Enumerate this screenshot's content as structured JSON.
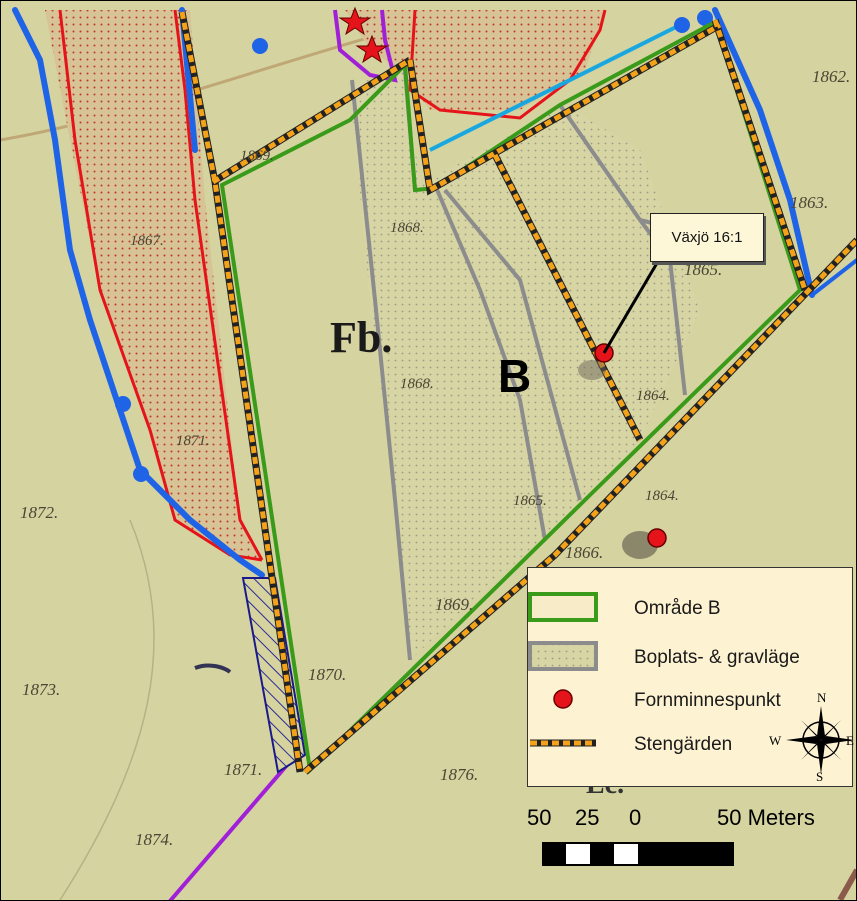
{
  "map": {
    "area_label": "B",
    "hand_labels": [
      "1862.",
      "1863.",
      "1865.",
      "1864.",
      "1868.",
      "1865.",
      "1866.",
      "1869.",
      "1870.",
      "1871.",
      "1871.",
      "1872.",
      "1873.",
      "1874.",
      "1876.",
      "1869.",
      "1867.",
      "1868.",
      "1864."
    ],
    "fb_label": "Fb.",
    "ec_label": "Ec.",
    "callout": "Växjö 16:1",
    "colors": {
      "green": "#3a9a1a",
      "gray": "#8a8a8a",
      "red": "#e5141a",
      "blue": "#1f63e6",
      "light_blue": "#18a7e0",
      "purple": "#a020d8",
      "orange": "#f3a21a",
      "navy": "#1a1a8a"
    }
  },
  "legend": {
    "items": [
      {
        "label": "Område B",
        "icon": "green-outline-swatch"
      },
      {
        "label": "Boplats- & gravläge",
        "icon": "gray-dotted-swatch"
      },
      {
        "label": "Fornminnespunkt",
        "icon": "red-dot"
      },
      {
        "label": "Stengärden",
        "icon": "orange-dashed-line"
      }
    ],
    "compass": {
      "n": "N",
      "s": "S",
      "e": "E",
      "w": "W"
    }
  },
  "scale": {
    "labels": [
      "50",
      "25",
      "0",
      "50 Meters"
    ]
  }
}
